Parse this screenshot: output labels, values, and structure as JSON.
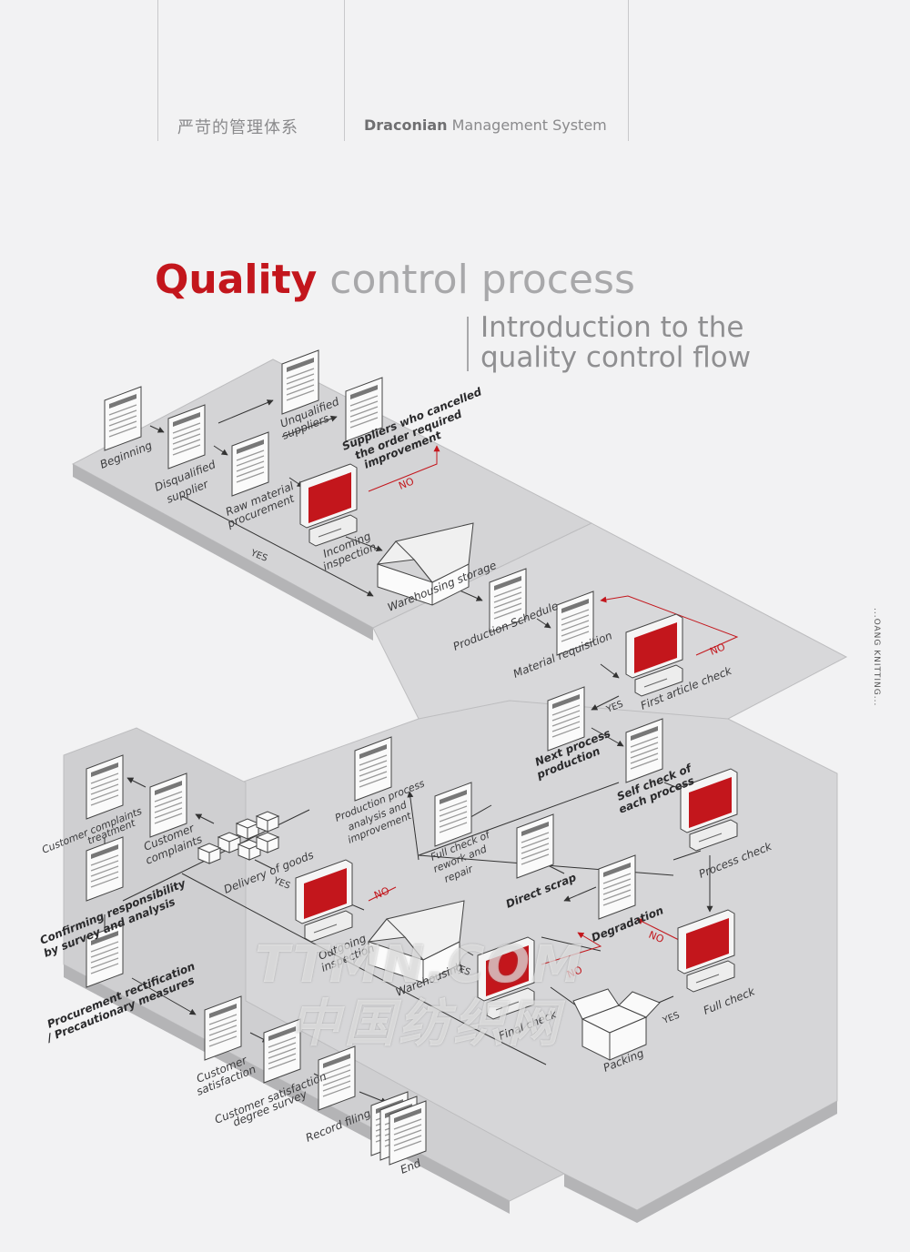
{
  "header": {
    "cn_title": "严苛的管理体系",
    "en_bold": "Draconian",
    "en_rest": " Management System"
  },
  "title": {
    "bold": "Quality",
    "rest": " control process"
  },
  "subtitle": {
    "line1": "Introduction to the",
    "line2": "quality control flow"
  },
  "seal_text": "...OANG KNITTING...",
  "watermark": {
    "line1": "TTMN.COM",
    "line2": "中国纺织网"
  },
  "labels": {
    "beginning": "Beginning",
    "disqualified_supplier_1": "Disqualified",
    "disqualified_supplier_2": "supplier",
    "unqualified_suppliers_1": "Unqualified",
    "unqualified_suppliers_2": "suppliers",
    "suppliers_cancelled_1": "Suppliers who cancelled",
    "suppliers_cancelled_2": "the order required",
    "suppliers_cancelled_3": "improvement",
    "raw_material_1": "Raw material",
    "raw_material_2": "procurement",
    "incoming_1": "Incoming",
    "incoming_2": "inspection",
    "warehousing_storage": "Warehousing storage",
    "production_schedule": "Production Schedule",
    "material_requisition": "Material requisition",
    "first_article_check": "First article check",
    "next_process_1": "Next process",
    "next_process_2": "production",
    "self_check_1": "Self check of",
    "self_check_2": "each process",
    "process_check": "Process check",
    "production_analysis_1": "Production process",
    "production_analysis_2": "analysis and",
    "production_analysis_3": "improvement",
    "full_check_rework_1": "Full check of",
    "full_check_rework_2": "rework and",
    "full_check_rework_3": "repair",
    "direct_scrap": "Direct scrap",
    "degradation": "Degradation",
    "full_check": "Full check",
    "packing": "Packing",
    "final_check": "Final check",
    "warehousing": "Warehousing",
    "outgoing_1": "Outgoing",
    "outgoing_2": "inspection",
    "delivery_of_goods": "Delivery of goods",
    "customer_complaints_1": "Customer",
    "customer_complaints_2": "complaints",
    "cc_treatment_1": "Customer complaints",
    "cc_treatment_2": "treatment",
    "confirming_1": "Confirming responsibility",
    "confirming_2": "by survey and analysis",
    "procurement_rect_1": "Procurement rectification",
    "procurement_rect_2": "/ Precautionary measures",
    "customer_satisfaction_1": "Customer",
    "customer_satisfaction_2": "satisfaction",
    "cs_survey_1": "Customer satisfaction",
    "cs_survey_2": "degree survey",
    "record_filing": "Record filing",
    "end": "End",
    "yes": "YES",
    "no": "NO"
  },
  "colors": {
    "accent_red": "#c3161c",
    "panel_gray": "#d4d4d6",
    "panel_edge": "#a9a9ab",
    "text_gray": "#8f8f91"
  }
}
